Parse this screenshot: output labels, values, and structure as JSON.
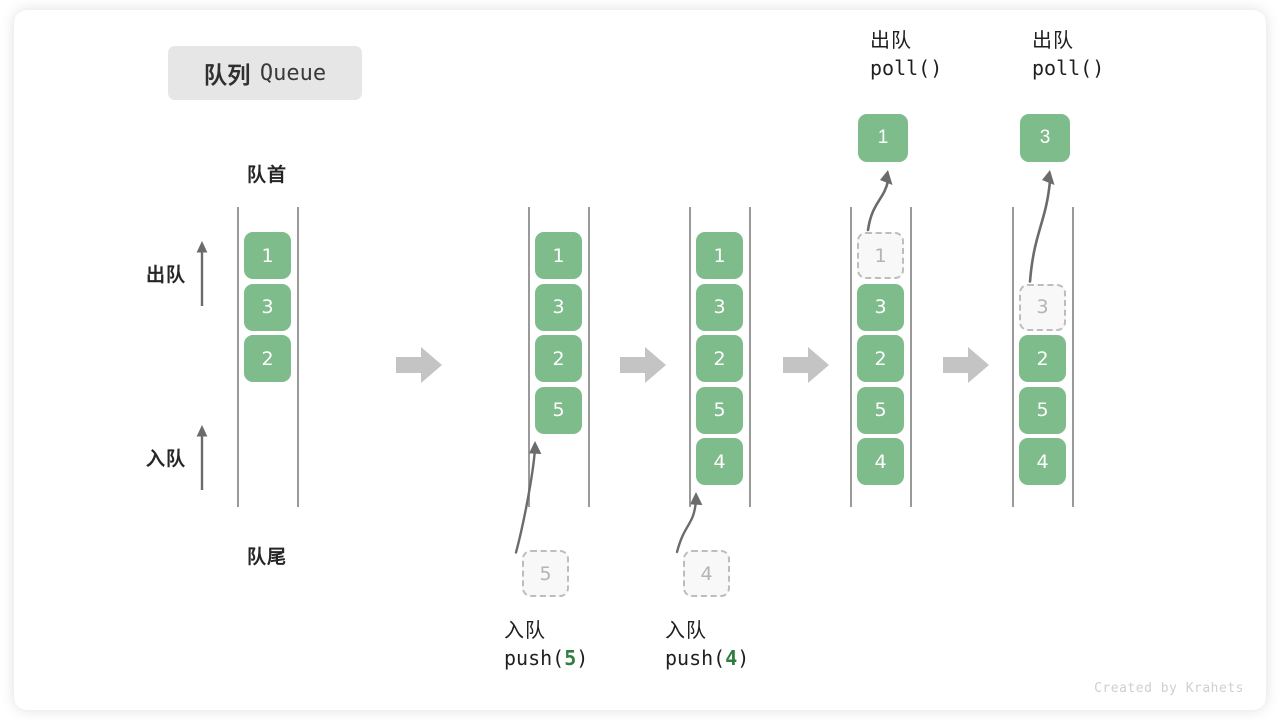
{
  "title": {
    "cn": "队列",
    "en": "Queue"
  },
  "labels": {
    "head": "队首",
    "tail": "队尾",
    "dequeue": "出队",
    "enqueue": "入队"
  },
  "watermark": "Created by Krahets",
  "colors": {
    "box_fill": "#7fbc8c",
    "box_text": "#ffffff",
    "ghost_fill": "#f8f8f8",
    "ghost_border": "#bdbdbd",
    "ghost_text": "#b4b4b4",
    "rail": "#9a9a9a",
    "arrow": "#6b6b6b",
    "step_arrow": "#c4c4c4",
    "accent_green": "#2f7d3f",
    "badge_bg": "#e6e6e6"
  },
  "stages": [
    {
      "id": "initial",
      "items": [
        "1",
        "3",
        "2"
      ],
      "ghost": null,
      "popped": null,
      "caption_cn": null,
      "caption_fn": null
    },
    {
      "id": "push-5",
      "items": [
        "1",
        "3",
        "2",
        "5"
      ],
      "ghost": {
        "value": "5",
        "position": "below"
      },
      "popped": null,
      "caption_cn": "入队",
      "caption_fn_prefix": "push(",
      "caption_fn_arg": "5",
      "caption_fn_suffix": ")"
    },
    {
      "id": "push-4",
      "items": [
        "1",
        "3",
        "2",
        "5",
        "4"
      ],
      "ghost": {
        "value": "4",
        "position": "below"
      },
      "popped": null,
      "caption_cn": "入队",
      "caption_fn_prefix": "push(",
      "caption_fn_arg": "4",
      "caption_fn_suffix": ")"
    },
    {
      "id": "poll-1",
      "items": [
        "3",
        "2",
        "5",
        "4"
      ],
      "ghost": {
        "value": "1",
        "position": "slot0"
      },
      "popped": "1",
      "caption_cn": "出队",
      "caption_fn_prefix": "poll(",
      "caption_fn_arg": "",
      "caption_fn_suffix": ")"
    },
    {
      "id": "poll-3",
      "items": [
        "2",
        "5",
        "4"
      ],
      "ghost": {
        "value": "3",
        "position": "slot1"
      },
      "popped": "3",
      "caption_cn": "出队",
      "caption_fn_prefix": "poll(",
      "caption_fn_arg": "",
      "caption_fn_suffix": ")"
    }
  ],
  "step_arrow_count": 4
}
